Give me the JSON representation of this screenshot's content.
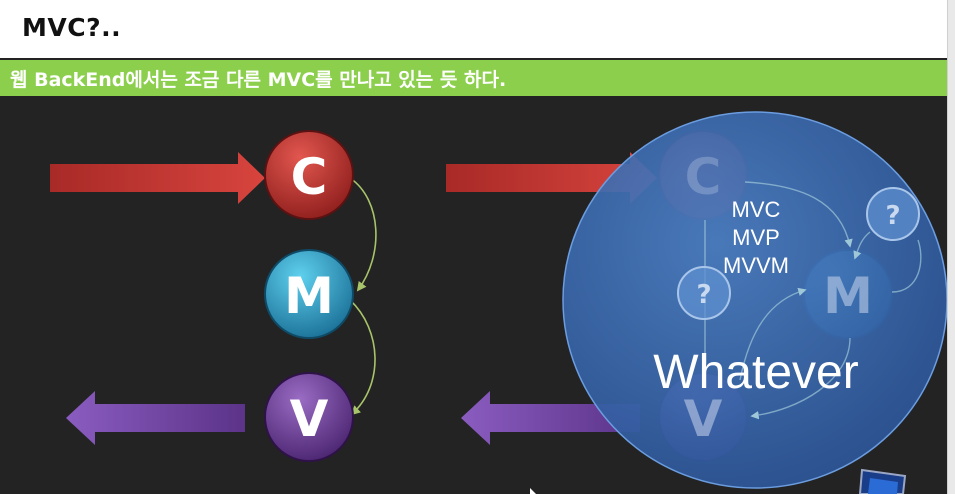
{
  "slide": {
    "title": "MVC?..",
    "subtitle": "웹 BackEnd에서는 조금 다른 MVC를 만나고 있는 듯 하다."
  },
  "left_diagram": {
    "nodes": [
      "C",
      "M",
      "V"
    ]
  },
  "right_diagram": {
    "nodes": [
      "C",
      "M",
      "V"
    ],
    "patterns": [
      "MVC",
      "MVP",
      "MVVM"
    ],
    "unknown_marks": [
      "?",
      "?"
    ],
    "caption": "Whatever"
  },
  "colors": {
    "controller": "#c0332f",
    "model": "#2aa3c9",
    "view": "#6a3f94",
    "subtitle_bar": "#8ccf4d",
    "bubble": "#3d6fb4"
  }
}
